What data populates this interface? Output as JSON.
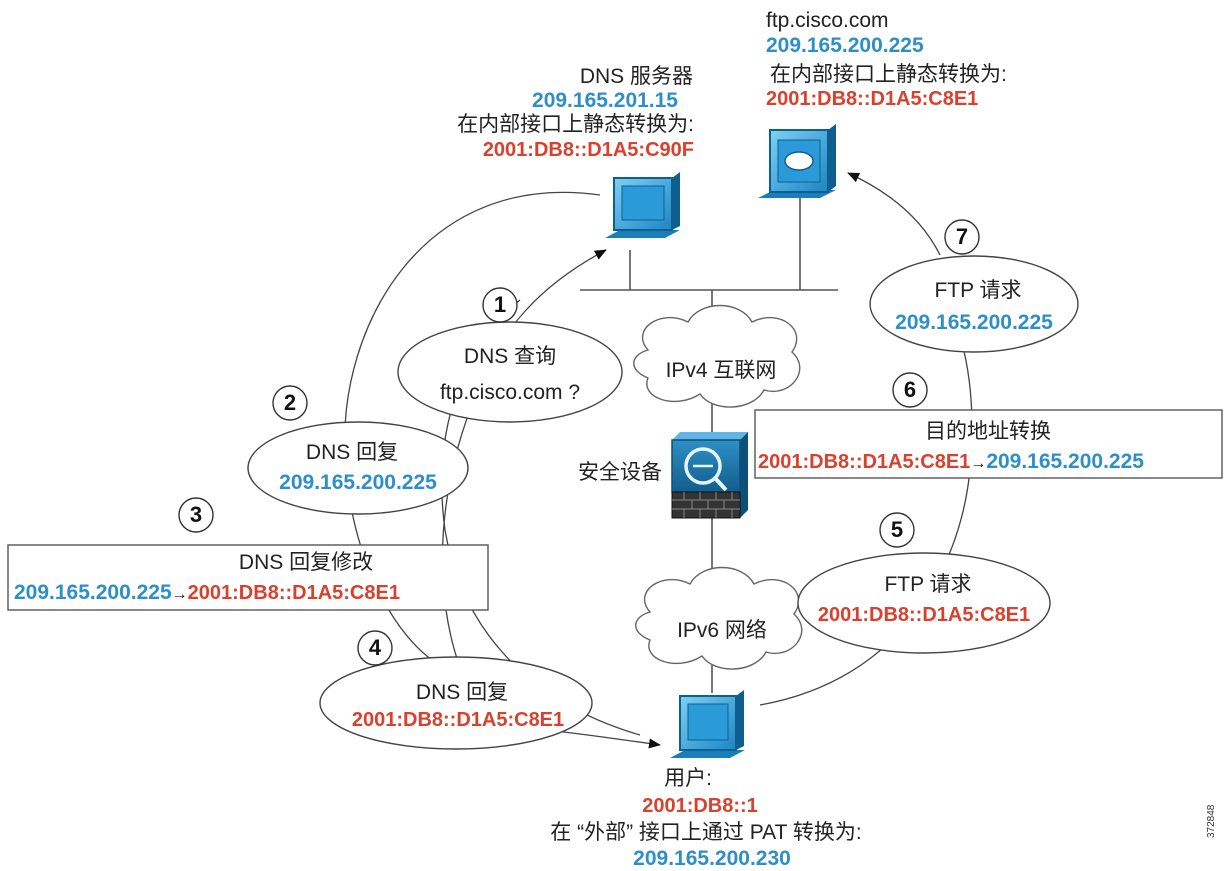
{
  "dns_server": {
    "title": "DNS 服务器",
    "ip": "209.165.201.15",
    "note": "在内部接口上静态转换为:",
    "mapped": "2001:DB8::D1A5:C90F"
  },
  "ftp_server": {
    "host": "ftp.cisco.com",
    "ip": "209.165.200.225",
    "note": "在内部接口上静态转换为:",
    "mapped": "2001:DB8::D1A5:C8E1"
  },
  "user": {
    "title": "用户:",
    "ip": "2001:DB8::1",
    "note": "在 “外部” 接口上通过 PAT 转换为:",
    "mapped": "209.165.200.230"
  },
  "clouds": {
    "ipv4": "IPv4 互联网",
    "ipv6": "IPv6 网络"
  },
  "security_appliance": {
    "label": "安全设备"
  },
  "steps": {
    "s1": {
      "num": "1",
      "line1": "DNS 查询",
      "line2": "ftp.cisco.com ?"
    },
    "s2": {
      "num": "2",
      "line1": "DNS 回复",
      "line2": "209.165.200.225"
    },
    "s3": {
      "num": "3",
      "title": "DNS 回复修改",
      "from": "209.165.200.225",
      "arrow": "→",
      "to": "2001:DB8::D1A5:C8E1"
    },
    "s4": {
      "num": "4",
      "line1": "DNS 回复",
      "line2": "2001:DB8::D1A5:C8E1"
    },
    "s5": {
      "num": "5",
      "line1": "FTP 请求",
      "line2": "2001:DB8::D1A5:C8E1"
    },
    "s6": {
      "num": "6",
      "title": "目的地址转换",
      "from": "2001:DB8::D1A5:C8E1",
      "arrow": "→",
      "to": "209.165.200.225"
    },
    "s7": {
      "num": "7",
      "line1": "FTP 请求",
      "line2": "209.165.200.225"
    }
  },
  "figure_id": "372848",
  "colors": {
    "ipv4_blue": "#2e8fc7",
    "ipv6_red": "#d9412e",
    "device_blue": "#1e90c8"
  }
}
